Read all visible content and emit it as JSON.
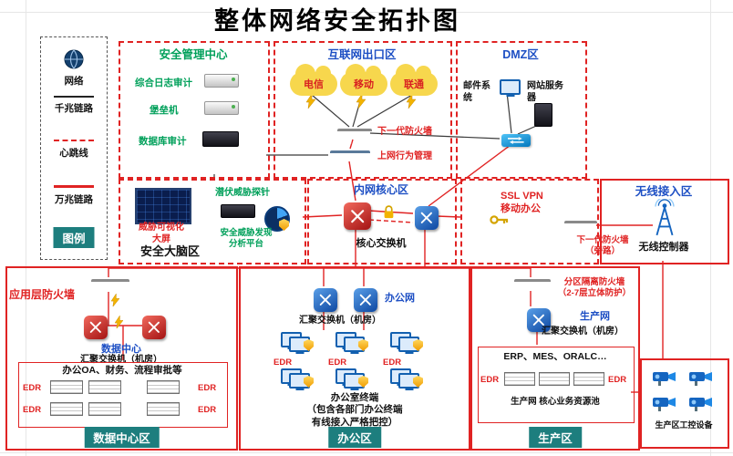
{
  "title": "整体网络安全拓扑图",
  "legend": {
    "badge": "图例",
    "network": "网络",
    "gigabit": "千兆链路",
    "heartbeat": "心跳线",
    "tengig": "万兆链路"
  },
  "security_mgmt": {
    "title": "安全管理中心",
    "item1": "综合日志审计",
    "item2": "堡垒机",
    "item3": "数据库审计"
  },
  "internet_exit": {
    "title": "互联网出口区",
    "cloud1": "电信",
    "cloud2": "移动",
    "cloud3": "联通",
    "firewall": "下一代防火墙",
    "behavior": "上网行为管理"
  },
  "dmz": {
    "title": "DMZ区",
    "mail": "邮件系统",
    "web": "网站服务器"
  },
  "brain": {
    "title": "安全大脑区",
    "probe": "潜伏威胁探针",
    "screen": "威胁可视化\n大屏",
    "platform": "安全威胁发现\n分析平台"
  },
  "core": {
    "title": "内网核心区",
    "switch": "核心交换机"
  },
  "vpn": {
    "ssl": "SSL VPN",
    "mobile": "移动办公",
    "firewall": "下一代防火墙\n（旁路）"
  },
  "wireless": {
    "title": "无线接入区",
    "controller": "无线控制器"
  },
  "datacenter": {
    "firewall": "应用层防火墙",
    "net": "数据中心",
    "switch": "汇聚交换机（机房）",
    "apps": "办公OA、财务、流程审批等",
    "zone": "数据中心区"
  },
  "office": {
    "net": "办公网",
    "switch": "汇聚交换机（机房）",
    "terminals": "办公室终端\n（包含各部门办公终端\n有线接入严格把控）",
    "zone": "办公区"
  },
  "production": {
    "firewall": "分区隔离防火墙\n（2-7层立体防护）",
    "net": "生产网",
    "switch": "汇聚交换机（机房）",
    "apps": "ERP、MES、ORALC…",
    "pool": "生产网 核心业务资源池",
    "zone": "生产区"
  },
  "industrial": {
    "zone": "生产区工控设备"
  },
  "labels": {
    "edr": "EDR"
  }
}
